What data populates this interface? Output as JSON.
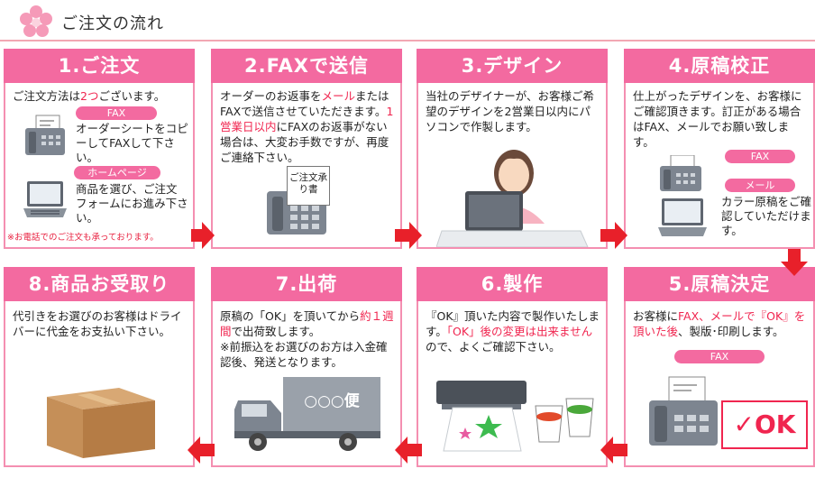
{
  "header": {
    "title": "ご注文の流れ"
  },
  "steps": {
    "s1": {
      "title": "1.ご注文",
      "intro_a": "ご注文方法は",
      "intro_b": "2つ",
      "intro_c": "ございます。",
      "fax_pill": "FAX",
      "fax_text": "オーダーシートをコピーしてFAXして下さい。",
      "web_pill": "ホームページ",
      "web_text": "商品を選び、ご注文 フォームにお進み下さい。",
      "note": "※お電話でのご注文も承っております。"
    },
    "s2": {
      "title": "2.FAXで送信",
      "t1": "オーダーのお返事を",
      "t2": "メール",
      "t3": "またはFAXで送信",
      "t4": "させていただきます。",
      "t5": "1営業日以内",
      "t6": "にFAXのお返事がない場合は、大変お手数ですが、再度ご連絡下さい。",
      "paper": "ご注文承り書"
    },
    "s3": {
      "title": "3.デザイン",
      "text": "当社のデザイナーが、お客様ご希望のデザインを2営業日以内にパソコンで作製します。"
    },
    "s4": {
      "title": "4.原稿校正",
      "text": "仕上がったデザインを、お客様にご確認頂きます。訂正がある場合はFAX、メールでお願い致します。",
      "fax_pill": "FAX",
      "mail_pill": "メール",
      "mail_text": "カラー原稿をご確認していただけます。"
    },
    "s5": {
      "title": "5.原稿決定",
      "t1": "お客様に",
      "t2": "FAX、メールで『OK』を頂いた後",
      "t3": "、製版･印刷します。",
      "fax_pill": "FAX",
      "ok": "✓OK"
    },
    "s6": {
      "title": "6.製作",
      "t1": "『OK』頂いた内容で製作いたします。",
      "t2": "「OK」後の変更は出来ません",
      "t3": "ので、よくご確認下さい。"
    },
    "s7": {
      "title": "7.出荷",
      "t1": "原稿の「OK」を頂いてから",
      "t2": "約１週間",
      "t3": "で出荷致します。",
      "t4": "※前振込をお選びのお方は入金確認後、発送となります。",
      "truck": "○○○便"
    },
    "s8": {
      "title": "8.商品お受取り",
      "text": "代引きをお選びのお客様はドライバーに代金をお支払い下さい。"
    }
  },
  "colors": {
    "accent": "#f36aa0",
    "arrow": "#e8202a",
    "text_red": "#f0254f"
  }
}
